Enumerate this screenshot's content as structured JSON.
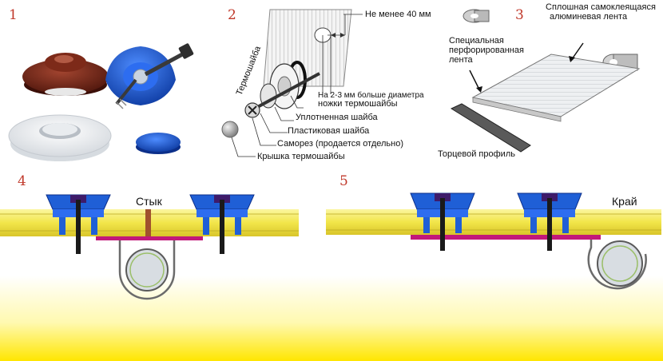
{
  "panel_numbers": [
    "1",
    "2",
    "3",
    "4",
    "5"
  ],
  "panel2": {
    "min_distance": "Не менее 40 мм",
    "thermo_washer": "Термошайба",
    "diameter_note_1": "На 2-3 мм больше диаметра",
    "diameter_note_2": "ножки термошайбы",
    "sealing_washer": "Уплотненная шайба",
    "plastic_washer": "Пластиковая шайба",
    "screw": "Саморез (продается отдельно)",
    "cap": "Крышка термошайбы"
  },
  "panel3": {
    "aluminium_tape_1": "Сплошная самоклеящаяся",
    "aluminium_tape_2": "алюминевая лента",
    "perforated_tape_1": "Специальная",
    "perforated_tape_2": "перфорированная",
    "perforated_tape_3": "лента",
    "end_profile": "Торцевой профиль"
  },
  "panel4": {
    "joint_label": "Стык"
  },
  "panel5": {
    "edge_label": "Край"
  },
  "colors": {
    "number_red": "#c0392b",
    "washer_brown": "#6b2418",
    "washer_blue": "#1f5fd6",
    "panel_yellow": "#f2e64a",
    "seal_magenta": "#c2187a",
    "bottom_gradient": "#ffe600"
  },
  "icons": [
    "brown-thermo-washer-icon",
    "blue-thermo-washer-icon",
    "white-ring-washer-icon",
    "blue-cap-icon",
    "screw-icon"
  ]
}
